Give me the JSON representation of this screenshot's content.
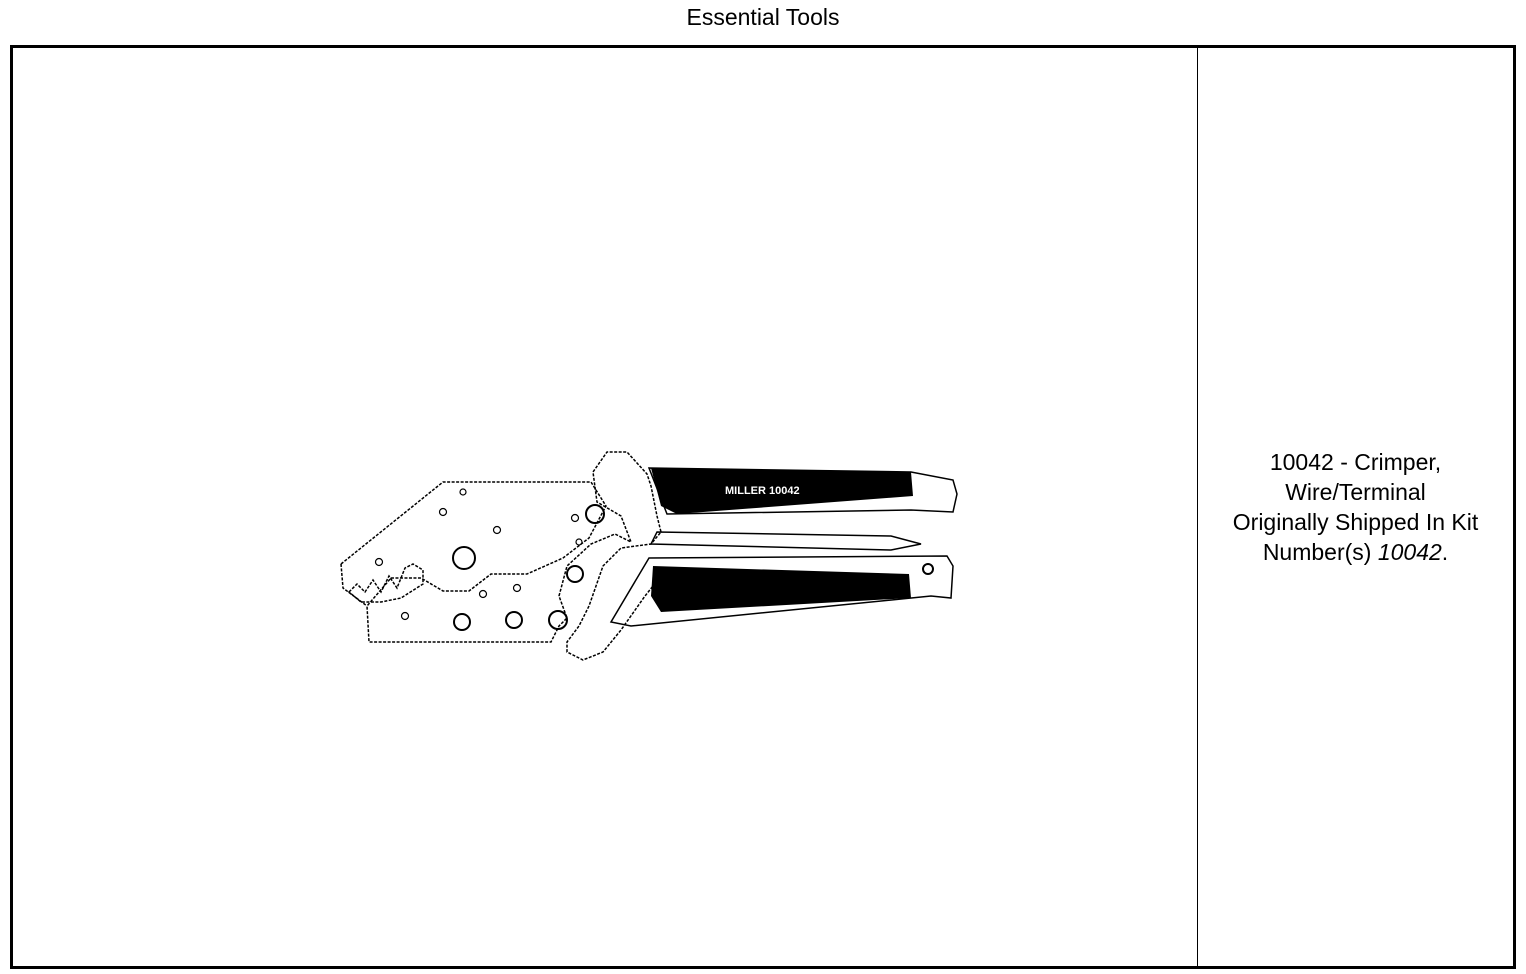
{
  "page": {
    "title": "Essential Tools"
  },
  "tool": {
    "number": "10042",
    "description": "10042 - Crimper, Wire/Terminal",
    "kit_line_prefix": "Originally Shipped In Kit Number(s)",
    "kit_numbers": "10042",
    "kit_line_suffix": ".",
    "handle_marking": "MILLER 10042"
  }
}
